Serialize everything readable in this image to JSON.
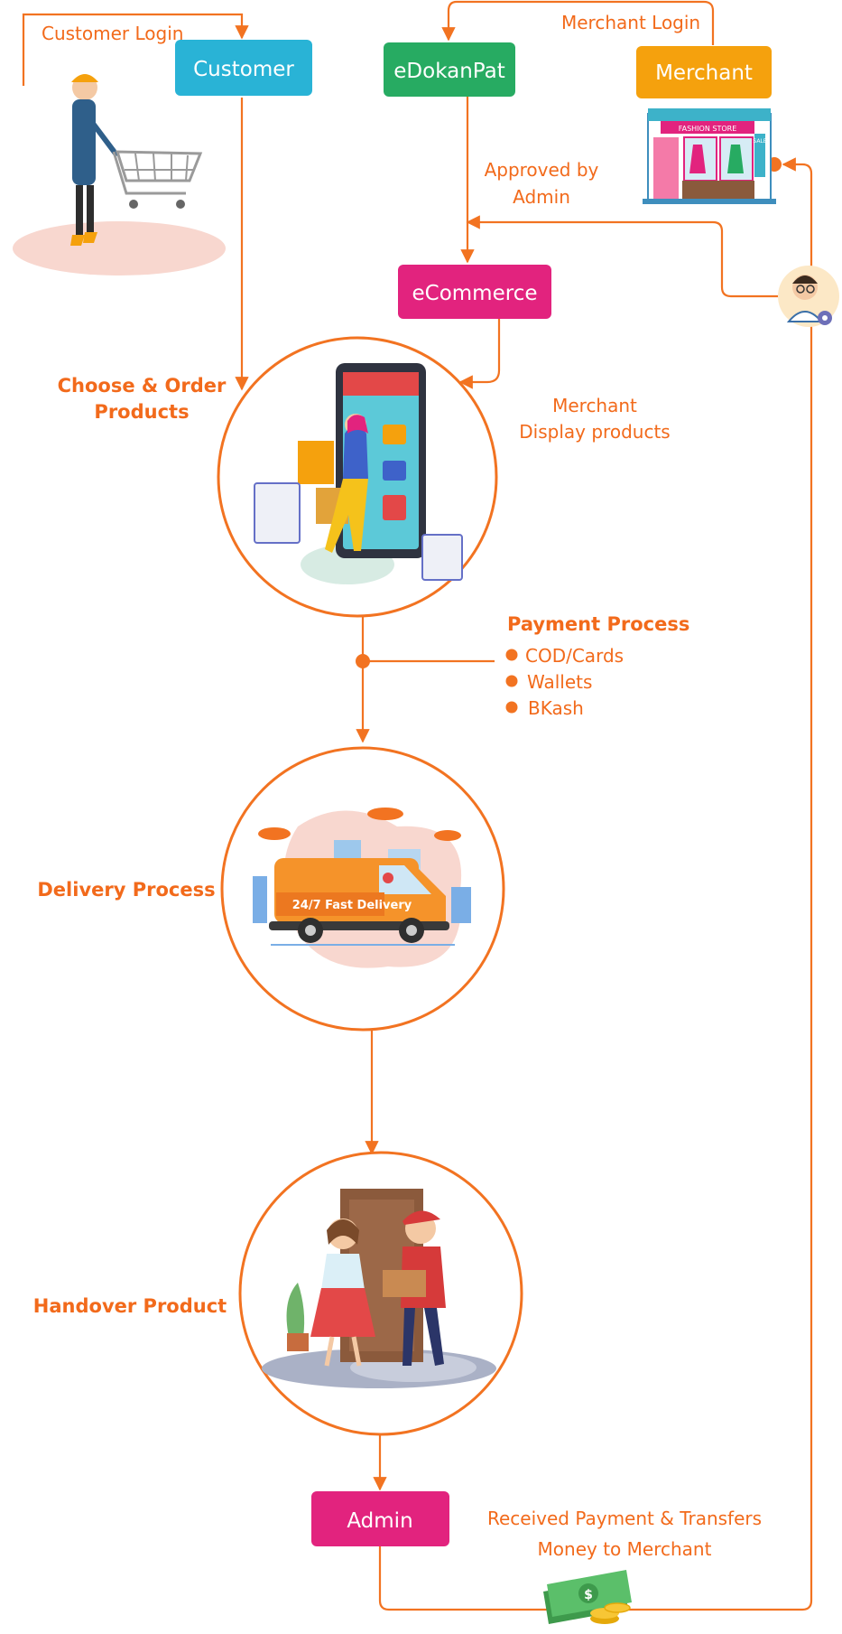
{
  "nodes": {
    "customer": "Customer",
    "edokanpat": "eDokanPat",
    "merchant": "Merchant",
    "ecommerce": "eCommerce",
    "admin": "Admin"
  },
  "labels": {
    "customer_login": "Customer Login",
    "merchant_login": "Merchant Login",
    "approved_line1": "Approved by",
    "approved_line2": "Admin",
    "choose_line1": "Choose & Order",
    "choose_line2": "Products",
    "merchant_display_line1": "Merchant",
    "merchant_display_line2": "Display products",
    "payment_title": "Payment Process",
    "payment_options": [
      "COD/Cards",
      "Wallets",
      "BKash"
    ],
    "delivery_process": "Delivery Process",
    "handover_product": "Handover Product",
    "received_line1": "Received Payment & Transfers",
    "received_line2": "Money to Merchant",
    "van_text": "24/7 Fast Delivery",
    "store_sign": "FASHION STORE",
    "store_sale": "SALE",
    "money_symbol": "$"
  },
  "colors": {
    "flow_orange": "#f27321",
    "customer_box": "#29b3d6",
    "edokanpat_box": "#27ab62",
    "merchant_box": "#f5a10d",
    "ecommerce_box": "#e2237e",
    "admin_box": "#e2237e"
  },
  "icons": {
    "customer": "shopper-with-cart-icon",
    "merchant": "fashion-store-icon",
    "admin": "admin-avatar-icon",
    "shopping": "mobile-shopping-icon",
    "delivery": "delivery-van-icon",
    "handover": "package-handover-icon",
    "money": "money-bills-icon"
  }
}
